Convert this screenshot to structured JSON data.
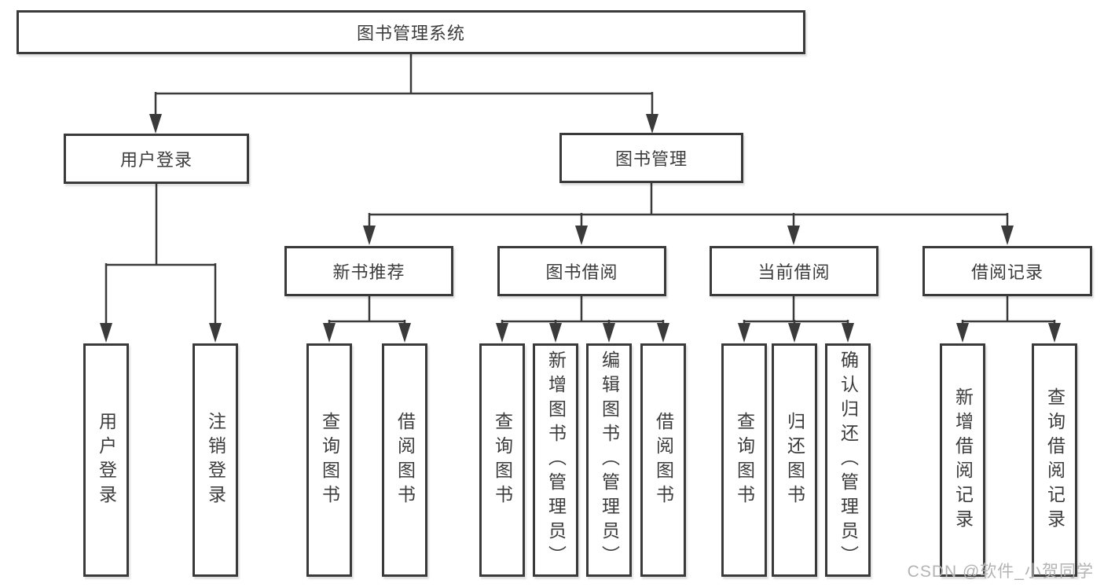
{
  "diagram": {
    "root": {
      "label": "图书管理系统"
    },
    "level2": [
      {
        "label": "用户登录"
      },
      {
        "label": "图书管理"
      }
    ],
    "level3": [
      {
        "label": "新书推荐"
      },
      {
        "label": "图书借阅"
      },
      {
        "label": "当前借阅"
      },
      {
        "label": "借阅记录"
      }
    ],
    "leaves": {
      "user_login": [
        "用户登录",
        "注销登录"
      ],
      "new_book_rec": [
        "查询图书",
        "借阅图书"
      ],
      "book_borrow": [
        "查询图书",
        "新增图书（管理员）",
        "编辑图书（管理员）",
        "借阅图书"
      ],
      "current_borrow": [
        "查询图书",
        "归还图书",
        "确认归还（管理员）"
      ],
      "borrow_records": [
        "新增借阅记录",
        "查询借阅记录"
      ]
    }
  },
  "watermark": {
    "text": "CSDN @软件_小贺同学",
    "color": "#b3b3b3"
  },
  "colors": {
    "line": "#3a3a3a",
    "text": "#3c3c3c",
    "background": "#ffffff"
  }
}
